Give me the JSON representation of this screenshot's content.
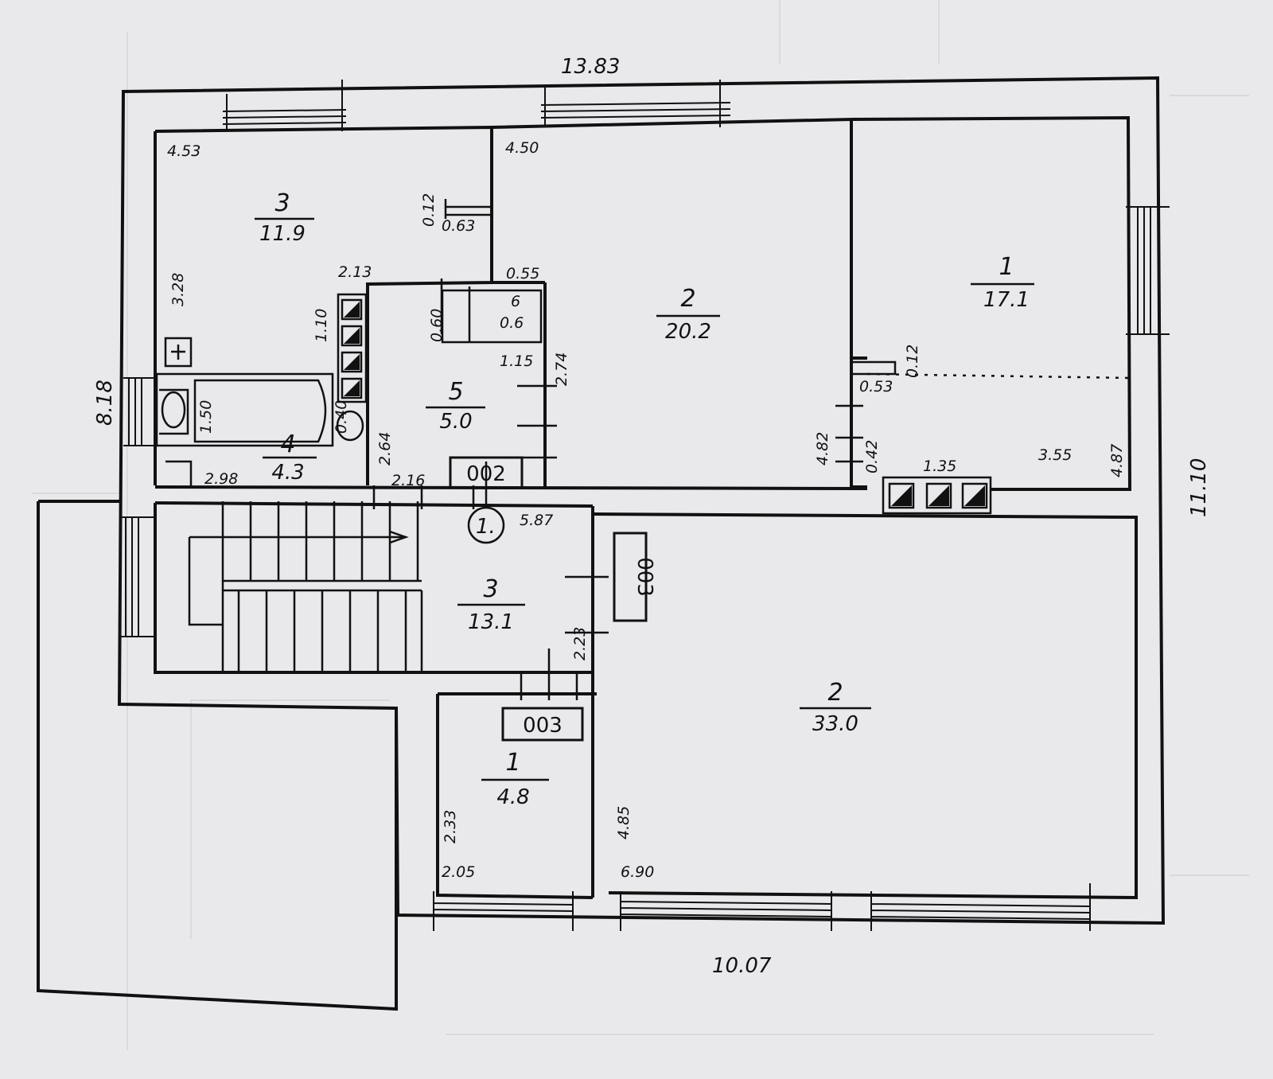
{
  "outer_dims": {
    "top": "13.83",
    "bottom": "10.07",
    "left": "8.18",
    "right": "11.10"
  },
  "rooms": [
    {
      "id": "room-3-top",
      "number": "3",
      "area": "11.9"
    },
    {
      "id": "room-2-top",
      "number": "2",
      "area": "20.2"
    },
    {
      "id": "room-1-top",
      "number": "1",
      "area": "17.1"
    },
    {
      "id": "room-5",
      "number": "5",
      "area": "5.0"
    },
    {
      "id": "room-6",
      "number": "6",
      "area": ""
    },
    {
      "id": "room-4",
      "number": "4",
      "area": "4.3"
    },
    {
      "id": "room-3-stair",
      "number": "3",
      "area": "13.1"
    },
    {
      "id": "room-1-bottom",
      "number": "1",
      "area": "4.8"
    },
    {
      "id": "room-2-bottom",
      "number": "2",
      "area": "33.0"
    }
  ],
  "inner_dims": [
    "4.53",
    "4.50",
    "0.63",
    "0.12",
    "2.13",
    "0.55",
    "1.10",
    "0.60",
    "0.6",
    "1.15",
    "2.74",
    "3.28",
    "1.50",
    "0.40",
    "2.64",
    "2.98",
    "2.16",
    "0.12",
    "0.53",
    "4.82",
    "0.42",
    "1.35",
    "3.55",
    "4.87",
    "5.87",
    "2.23",
    "2.33",
    "2.05",
    "4.85",
    "6.90"
  ],
  "tags": [
    "002",
    "003",
    "003"
  ],
  "entrance_marker": "1."
}
